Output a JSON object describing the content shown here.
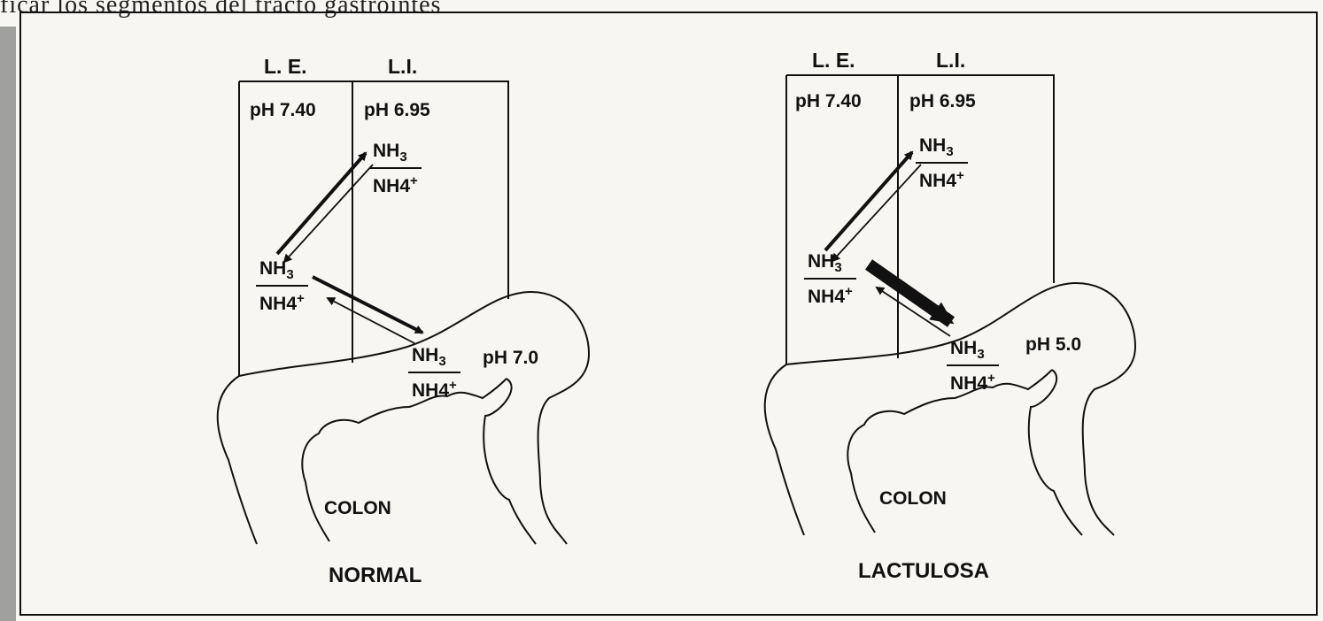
{
  "page_header_text": "ficar los segmentos del tracto gastrointes",
  "page_header_text_right": "...",
  "panels": [
    {
      "col_le": "L. E.",
      "col_li": "L.I.",
      "ph_le": "pH  7.40",
      "ph_li": "pH 6.95",
      "ph_colon": "pH 7.0",
      "organ": "COLON",
      "caption": "NORMAL",
      "species": {
        "numerator": "NH",
        "num_sub": "3",
        "denominator": "NH",
        "den_sub": "4",
        "den_sup": "+"
      }
    },
    {
      "col_le": "L. E.",
      "col_li": "L.I.",
      "ph_le": "pH 7.40",
      "ph_li": "pH 6.95",
      "ph_colon": "pH 5.0",
      "organ": "COLON",
      "caption": "LACTULOSA",
      "species": {
        "numerator": "NH",
        "num_sub": "3",
        "denominator": "NH",
        "den_sub": "4",
        "den_sup": "+"
      }
    }
  ],
  "colors": {
    "ink": "#111111",
    "paper": "#f7f6f3"
  }
}
